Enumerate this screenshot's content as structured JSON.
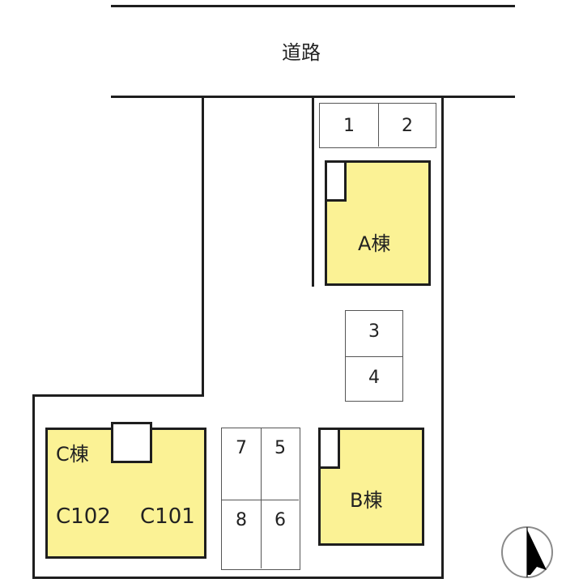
{
  "road": {
    "label": "道路"
  },
  "buildings": {
    "a": {
      "label": "A棟"
    },
    "b": {
      "label": "B棟"
    },
    "c": {
      "label": "C棟",
      "units": [
        "C102",
        "C101"
      ]
    }
  },
  "parking": {
    "top_row": [
      "1",
      "2"
    ],
    "middle_column": [
      "3",
      "4"
    ],
    "bottom_grid": [
      [
        "7",
        "5"
      ],
      [
        "8",
        "6"
      ]
    ]
  },
  "compass": {
    "icon": "north-arrow-icon",
    "direction": "N"
  },
  "colors": {
    "building_fill": "#fbf295",
    "outline": "#1e1e1e",
    "background": "#ffffff"
  }
}
